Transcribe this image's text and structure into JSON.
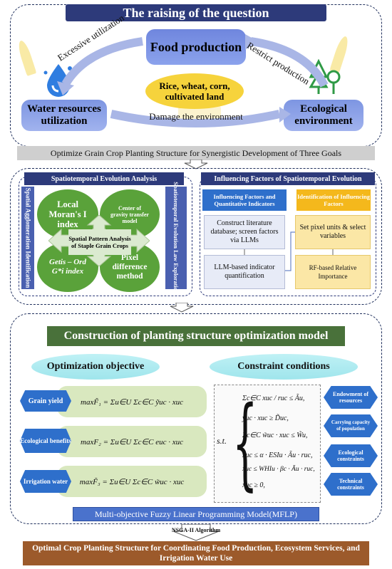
{
  "sec1": {
    "title": "The raising of the question",
    "food": "Food production",
    "crops": "Rice, wheat, corn, cultivated land",
    "water": "Water resources utilization",
    "eco": "Ecological environment",
    "excessive": "Excessive utilization",
    "restrict": "Restrict production",
    "damage": "Damage the environment",
    "optimize": "Optimize Grain Crop Planting Structure for Synergistic Development of Three Goals"
  },
  "sec2": {
    "left_title": "Spatiotemporal Evolution Analysis",
    "left_side": "Spatial Agglomeration Identification",
    "right_side": "Spatiotemporal Evolution Law Exploration",
    "c1": "Local Moran's I index",
    "c2": "Center of gravity transfer model",
    "c3": "Getis – Ord G*i index",
    "c4": "Pixel difference method",
    "center": "Spatial Pattern Analysis of Staple Grain Crops",
    "right_title": "Influencing Factors of Spatiotemporal Evolution",
    "sub1": "Influencing Factors and Quantitative Indicators",
    "sub2": "Identification of Influencing Factors",
    "b1": "Construct literature database; screen factors via LLMs",
    "b2": "LLM-based indicator quantification",
    "b3": "Set pixel units & select variables",
    "b4": "RF-based Relative Importance"
  },
  "sec3": {
    "title": "Construction of planting structure optimization model",
    "obj": "Optimization objective",
    "con": "Constraint conditions",
    "d1": "Grain yield",
    "d2": "Ecological benefits",
    "d3": "Irrigation water",
    "f1": "maxF̃₁ = Σu∈U Σc∈C ỹuc · xuc",
    "f2": "maxF₂ = Σu∈U Σc∈C euc · xuc",
    "f3": "maxF̃₃ = Σu∈U Σc∈C w̃uc · xuc",
    "st": "s.t.",
    "k1": "Σc∈C xuc / ruc ≤ Ãu,",
    "k2": "ỹuc · xuc ≥ D̃uc,",
    "k3": "Σc∈C w̃uc · xuc ≤ W̃u,",
    "k4": "xuc ≤ α · ESIu · Ãu · ruc,",
    "k5": "xuc ≤ WHIu · βc · Ãu · ruc,",
    "k6": "xuc ≥ 0,",
    "h1": "Endowment of resources",
    "h2": "Carrying capacity of population",
    "h3": "Ecological constraints",
    "h4": "Technical constraints",
    "mflp": "Multi-objective Fuzzy Linear Programming Model(MFLP)",
    "nsga": "NSGA-II Algorithm",
    "final": "Optimal Crop Planting Structure for Coordinating Food Production, Ecosystem Services, and Irrigation Water Use"
  }
}
